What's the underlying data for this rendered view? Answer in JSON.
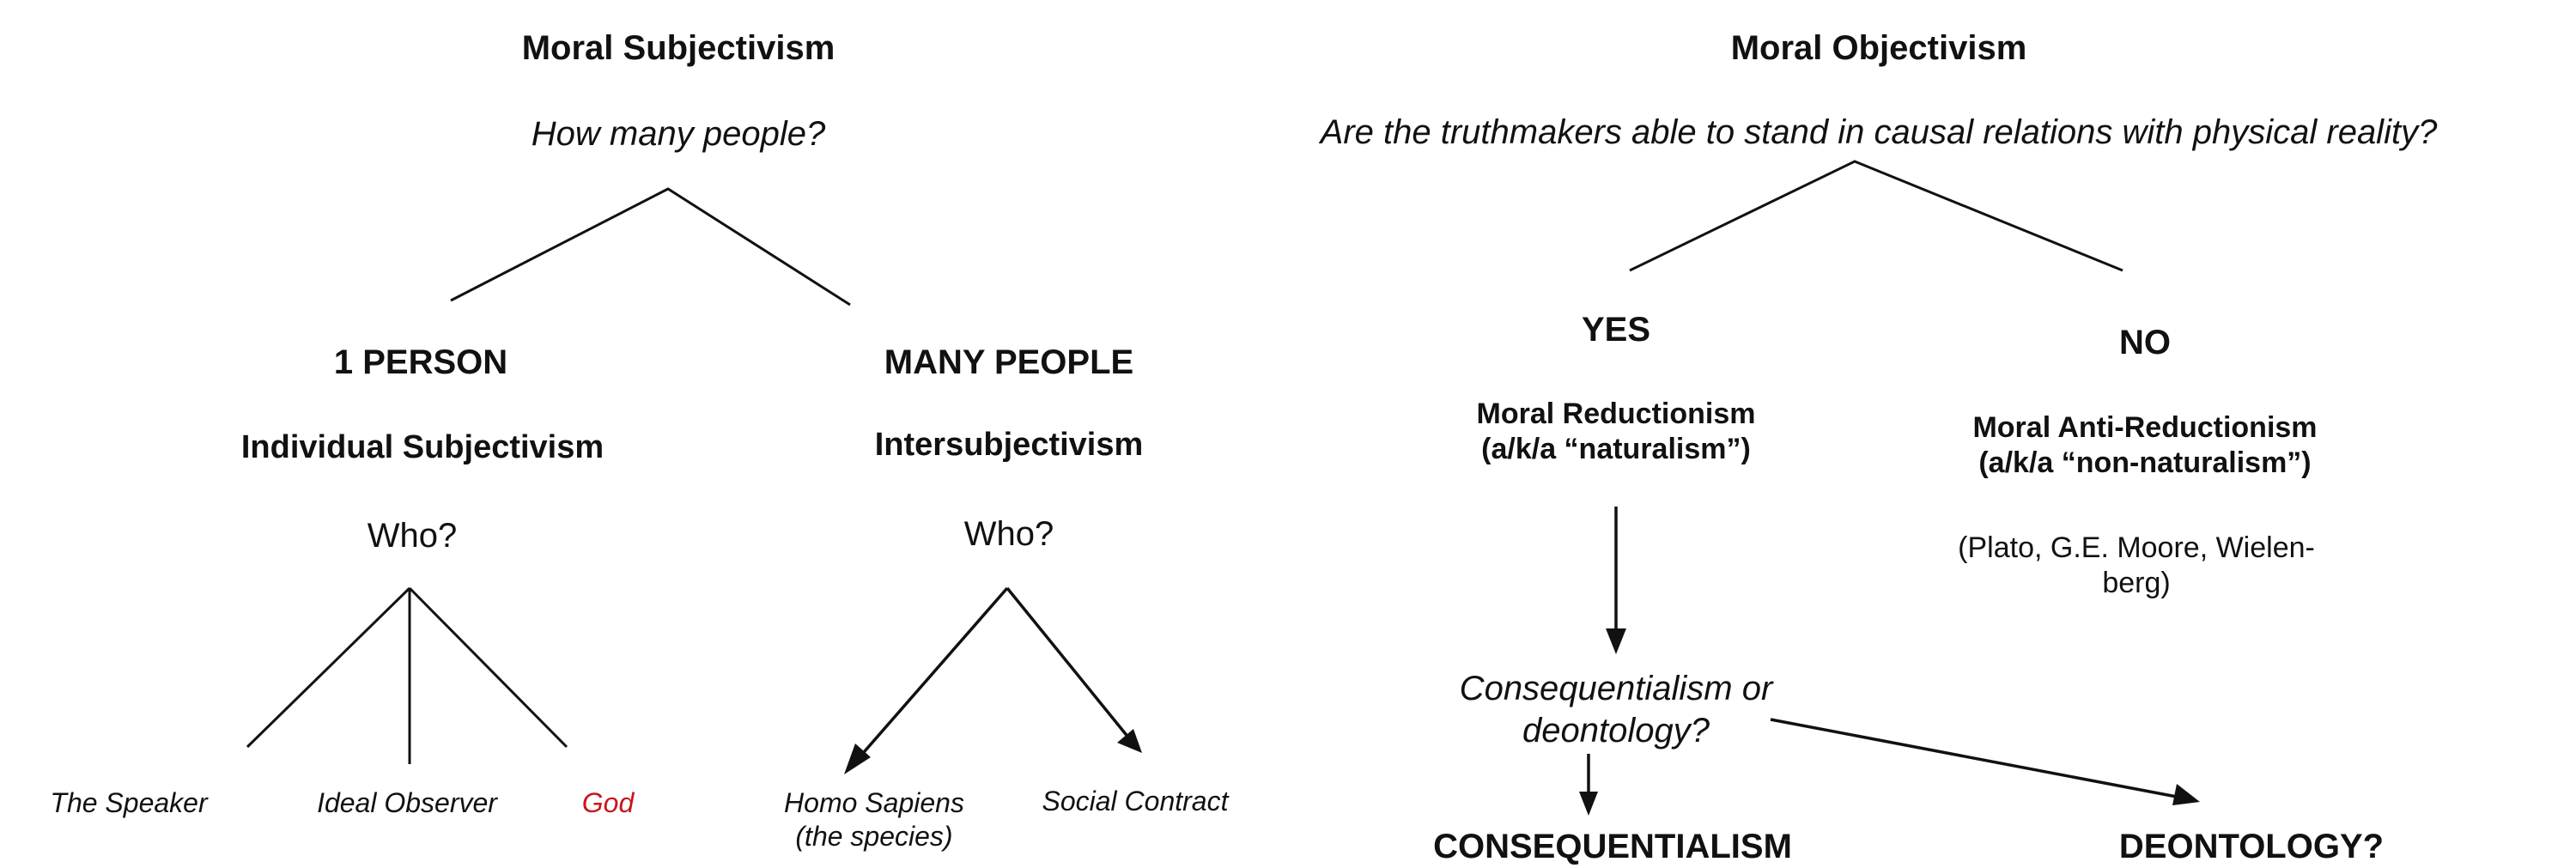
{
  "left": {
    "title": "Moral Subjectivism",
    "question": "How many people?",
    "branch_one": {
      "label": "1 PERSON",
      "theory": "Individual Subjectivism",
      "question": "Who?",
      "leaves": [
        "The Speaker",
        "Ideal Observer",
        "God"
      ]
    },
    "branch_many": {
      "label": "MANY PEOPLE",
      "theory": "Intersubjectivism",
      "question": "Who?",
      "leaves": [
        "Homo Sapiens\n(the species)",
        "Social Contract"
      ]
    }
  },
  "right": {
    "title": "Moral Objectivism",
    "question": "Are the truthmakers able to stand in causal relations with physical reality?",
    "yes": {
      "label": "YES",
      "theory": "Moral Reductionism\n(a/k/a “naturalism”)",
      "question": "Consequentialism or\ndeontology?",
      "outcomes": [
        "CONSEQUENTIALISM",
        "DEONTOLOGY?"
      ]
    },
    "no": {
      "label": "NO",
      "theory": "Moral Anti-Reductionism\n(a/k/a “non-naturalism”)",
      "examples": "(Plato, G.E. Moore, Wielen-\nberg)"
    }
  },
  "colors": {
    "text": "#111111",
    "line": "#111111",
    "highlight": "#c8161d"
  }
}
